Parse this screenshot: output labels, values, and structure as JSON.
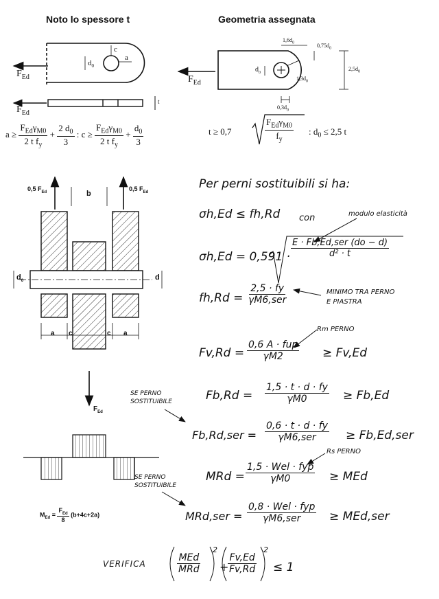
{
  "top_left": {
    "title": "Noto lo spessore t",
    "f_label": "F",
    "f_sub": "Ed",
    "d_label": "d",
    "d_sub": "0",
    "c_label": "c",
    "a_label": "a",
    "t_label": "t",
    "formula_a_lhs": "a ≥",
    "formula_a_num": "F",
    "formula_a_num_sub": "Ed",
    "formula_a_num_rest": "γ",
    "formula_a_num_rest_sub": "M0",
    "formula_a_den": "2 t f",
    "formula_a_den_sub": "y",
    "formula_a_plus": "+",
    "formula_a_frac2_num": "2 d",
    "formula_a_frac2_num_sub": "0",
    "formula_a_frac2_den": "3",
    "separator": ":",
    "formula_c_lhs": "c ≥",
    "formula_c_frac2_num": "d",
    "formula_c_frac2_num_sub": "0",
    "formula_c_frac2_den": "3"
  },
  "top_right": {
    "title": "Geometria assegnata",
    "f_label": "F",
    "f_sub": "Ed",
    "dim_top": "1,6d",
    "dim_top_sub": "0",
    "dim_right_top": "0,75d",
    "dim_right_top_sub": "0",
    "dim_right": "2,5d",
    "dim_right_sub": "0",
    "dim_d": "d",
    "dim_d_sub": "0",
    "dim_radius": "1,3d",
    "dim_radius_sub": "0",
    "dim_bottom": "0,3d",
    "dim_bottom_sub": "0",
    "formula_lhs": "t ≥ 0,7",
    "formula_rad_num": "F",
    "formula_rad_num_sub": "Ed",
    "formula_rad_num_rest": "γ",
    "formula_rad_num_rest_sub": "M0",
    "formula_rad_den": "f",
    "formula_rad_den_sub": "y",
    "formula_rhs": ": d",
    "formula_rhs_sub": "0",
    "formula_rhs_rest": "≤ 2,5 t"
  },
  "pin_diagram": {
    "load_left": "0,5 F",
    "load_right": "0,5 F",
    "load_sub": "Ed",
    "b_label": "b",
    "d0_label": "d",
    "d0_sub": "0",
    "d_label": "d",
    "a_left": "a",
    "c_left": "c",
    "c_right": "c",
    "a_right": "a",
    "f_down": "F",
    "f_down_sub": "Ed",
    "moment_lhs": "M",
    "moment_lhs_sub": "Ed",
    "moment_eq": "=",
    "moment_num": "F",
    "moment_num_sub": "Ed",
    "moment_den": "8",
    "moment_rest": "(b+4c+2a)"
  },
  "notes": {
    "intro": "Per perni sostituibili si ha:",
    "eq1": "σh,Ed ≤ fh,Rd",
    "con": "con",
    "modulo": "modulo elasticità",
    "eq2_lhs": "σh,Ed = 0,591 ·",
    "eq2_num": "E · Fb,Ed,ser (do − d)",
    "eq2_den": "d² · t",
    "eq3_lhs": "fh,Rd =",
    "eq3_num": "2,5 · fy",
    "eq3_den": "γM6,ser",
    "minimo_1": "MINIMO TRA PERNO",
    "minimo_2": "E PIASTRA",
    "rm_perno": "Rm PERNO",
    "eq4_lhs": "Fv,Rd =",
    "eq4_num": "0,6 A · fup",
    "eq4_den": "γM2",
    "eq4_rhs": "≥ Fv,Ed",
    "eq5_lhs": "Fb,Rd =",
    "eq5_num": "1,5 · t · d · fy",
    "eq5_den": "γM0",
    "eq5_rhs": "≥ Fb,Ed",
    "se_perno_1a": "SE PERNO",
    "se_perno_1b": "SOSTITUIBILE",
    "eq6_lhs": "Fb,Rd,ser =",
    "eq6_num": "0,6 · t · d · fy",
    "eq6_den": "γM6,ser",
    "eq6_rhs": "≥ Fb,Ed,ser",
    "rs_perno": "Rs PERNO",
    "eq7_lhs": "MRd =",
    "eq7_num": "1,5 · Wel · fyp",
    "eq7_den": "γM0",
    "eq7_rhs": "≥ MEd",
    "se_perno_2a": "SE PERNO",
    "se_perno_2b": "SOSTITUIBILE",
    "eq8_lhs": "MRd,ser =",
    "eq8_num": "0,8 · Wel · fyp",
    "eq8_den": "γM6,ser",
    "eq8_rhs": "≥ MEd,ser",
    "verifica": "VERIFICA",
    "ver_n1": "MEd",
    "ver_d1": "MRd",
    "ver_plus": "+",
    "ver_n2": "Fv,Ed",
    "ver_d2": "Fv,Rd",
    "ver_exp": "2",
    "ver_rhs": "≤ 1"
  }
}
